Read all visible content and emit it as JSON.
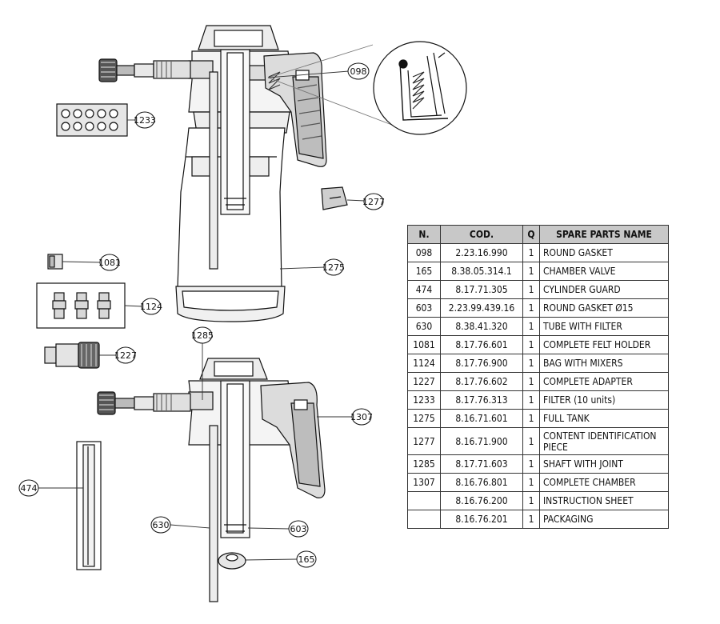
{
  "callouts": {
    "c098": "098",
    "c1233": "1233",
    "c1277": "1277",
    "c1081": "1081",
    "c1275": "1275",
    "c1124": "1124",
    "c1285": "1285",
    "c1227": "1227",
    "c1307": "1307",
    "c474": "474",
    "c630": "630",
    "c603": "603",
    "c165": "165"
  },
  "table": {
    "headers": [
      "N.",
      "COD.",
      "Q",
      "SPARE PARTS NAME"
    ],
    "rows": [
      [
        "098",
        "2.23.16.990",
        "1",
        "ROUND GASKET"
      ],
      [
        "165",
        "8.38.05.314.1",
        "1",
        "CHAMBER VALVE"
      ],
      [
        "474",
        "8.17.71.305",
        "1",
        "CYLINDER GUARD"
      ],
      [
        "603",
        "2.23.99.439.16",
        "1",
        "ROUND GASKET Ø15"
      ],
      [
        "630",
        "8.38.41.320",
        "1",
        "TUBE WITH FILTER"
      ],
      [
        "1081",
        "8.17.76.601",
        "1",
        "COMPLETE FELT HOLDER"
      ],
      [
        "1124",
        "8.17.76.900",
        "1",
        "BAG WITH MIXERS"
      ],
      [
        "1227",
        "8.17.76.602",
        "1",
        "COMPLETE ADAPTER"
      ],
      [
        "1233",
        "8.17.76.313",
        "1",
        "FILTER (10 units)"
      ],
      [
        "1275",
        "8.16.71.601",
        "1",
        "FULL TANK"
      ],
      [
        "1277",
        "8.16.71.900",
        "1",
        "CONTENT IDENTIFICATION PIECE"
      ],
      [
        "1285",
        "8.17.71.603",
        "1",
        "SHAFT WITH JOINT"
      ],
      [
        "1307",
        "8.16.76.801",
        "1",
        "COMPLETE CHAMBER"
      ],
      [
        "",
        "8.16.76.200",
        "1",
        "INSTRUCTION SHEET"
      ],
      [
        "",
        "8.16.76.201",
        "1",
        "PACKAGING"
      ]
    ]
  }
}
